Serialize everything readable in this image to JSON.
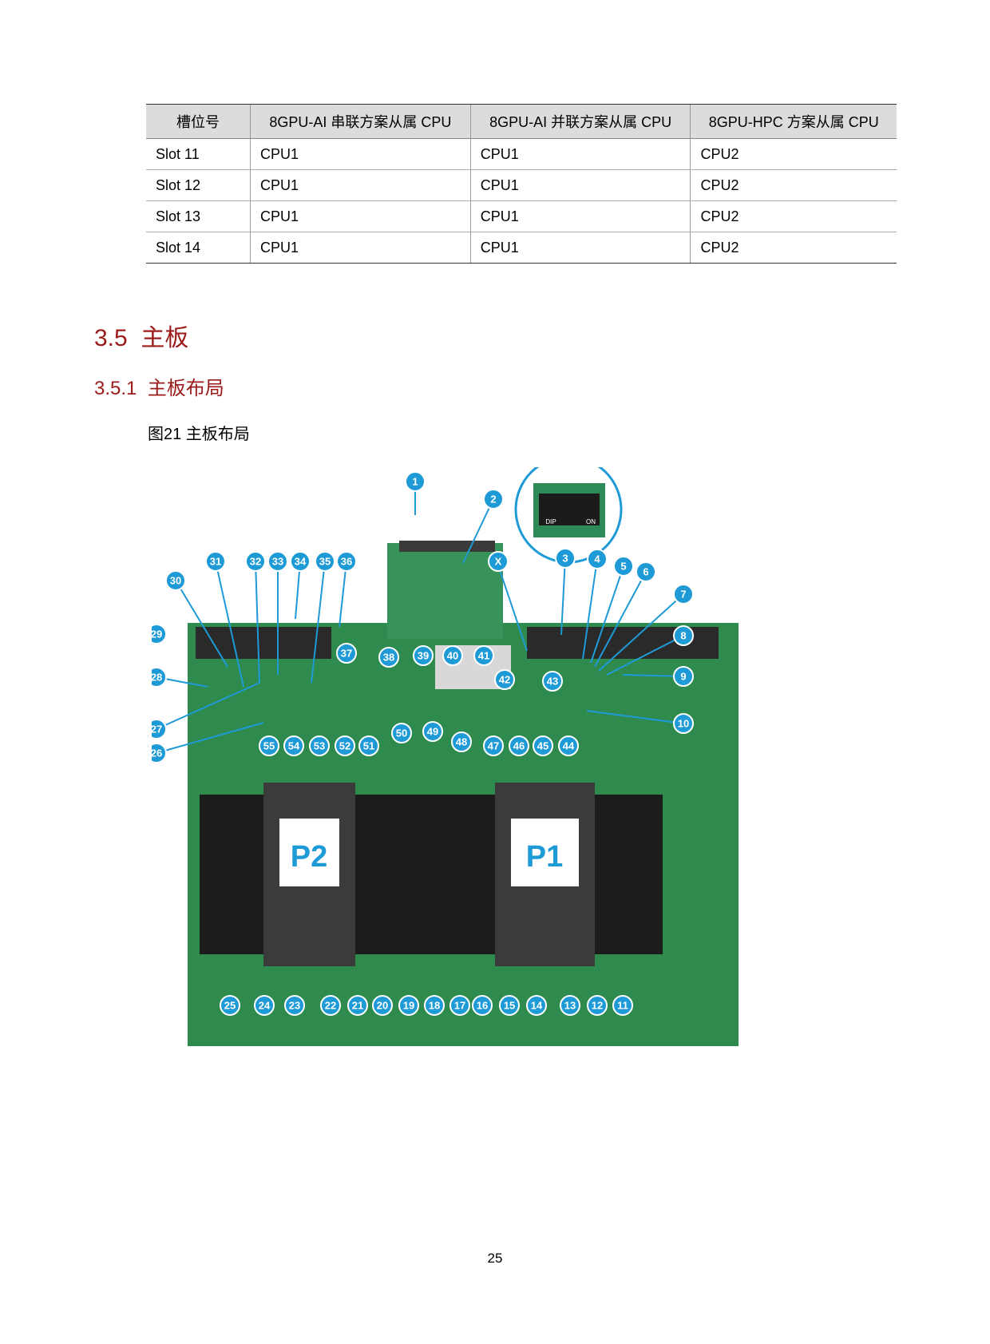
{
  "table": {
    "headers": [
      "槽位号",
      "8GPU-AI 串联方案从属 CPU",
      "8GPU-AI 并联方案从属 CPU",
      "8GPU-HPC 方案从属 CPU"
    ],
    "rows": [
      [
        "Slot 11",
        "CPU1",
        "CPU1",
        "CPU2"
      ],
      [
        "Slot 12",
        "CPU1",
        "CPU1",
        "CPU2"
      ],
      [
        "Slot 13",
        "CPU1",
        "CPU1",
        "CPU2"
      ],
      [
        "Slot 14",
        "CPU1",
        "CPU1",
        "CPU2"
      ]
    ]
  },
  "section": {
    "number": "3.5",
    "title": "主板"
  },
  "subsection": {
    "number": "3.5.1",
    "title": "主板布局"
  },
  "figure": {
    "caption": "图21 主板布局",
    "cpu_labels": [
      "P2",
      "P1"
    ],
    "dip_labels": [
      "DIP",
      "ON"
    ],
    "markers": [
      "1",
      "2",
      "3",
      "4",
      "5",
      "6",
      "7",
      "8",
      "9",
      "10",
      "11",
      "12",
      "13",
      "14",
      "15",
      "16",
      "17",
      "18",
      "19",
      "20",
      "21",
      "22",
      "23",
      "24",
      "25",
      "26",
      "27",
      "28",
      "29",
      "30",
      "31",
      "32",
      "33",
      "34",
      "35",
      "36",
      "37",
      "38",
      "39",
      "40",
      "41",
      "42",
      "43",
      "44",
      "45",
      "46",
      "47",
      "48",
      "49",
      "50",
      "51",
      "52",
      "53",
      "54",
      "55",
      "X"
    ]
  },
  "page_number": "25",
  "colors": {
    "heading": "#9b1b1b",
    "marker": "#1e9ad6",
    "pcb": "#2f8a4e"
  }
}
